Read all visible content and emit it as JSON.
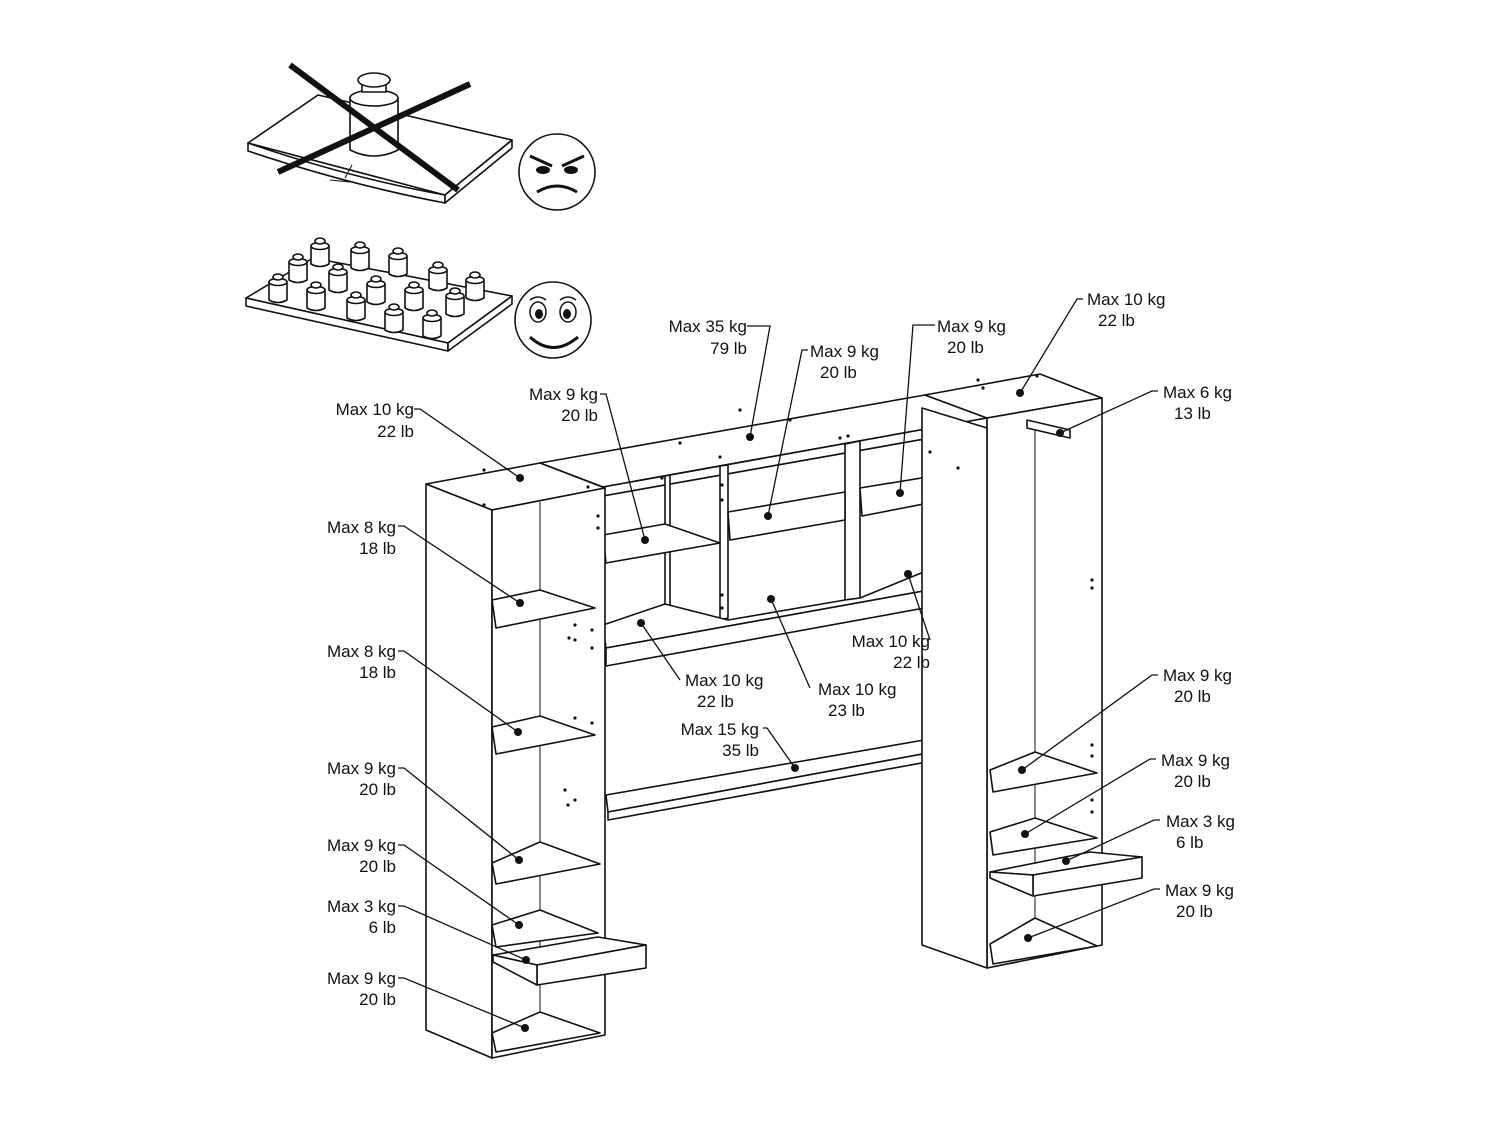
{
  "callouts": {
    "left_top": {
      "kg": "Max 10 kg",
      "lb": "22 lb"
    },
    "left_shelf1": {
      "kg": "Max 8 kg",
      "lb": "18 lb"
    },
    "left_shelf2": {
      "kg": "Max 8 kg",
      "lb": "18 lb"
    },
    "left_shelf3": {
      "kg": "Max 9 kg",
      "lb": "20 lb"
    },
    "left_shelf4": {
      "kg": "Max 9 kg",
      "lb": "20 lb"
    },
    "left_drawer": {
      "kg": "Max 3 kg",
      "lb": "6 lb"
    },
    "left_bottom": {
      "kg": "Max 9 kg",
      "lb": "20 lb"
    },
    "bridge_shelf_left": {
      "kg": "Max 9 kg",
      "lb": "20 lb"
    },
    "bridge_top": {
      "kg": "Max 35 kg",
      "lb": "79 lb"
    },
    "bridge_shelf_mid": {
      "kg": "Max 9 kg",
      "lb": "20 lb"
    },
    "bridge_shelf_right": {
      "kg": "Max 9 kg",
      "lb": "20 lb"
    },
    "bridge_lower_left": {
      "kg": "Max 10 kg",
      "lb": "22 lb"
    },
    "bridge_lower_mid": {
      "kg": "Max 10 kg",
      "lb": "23 lb"
    },
    "bridge_lower_right": {
      "kg": "Max 10 kg",
      "lb": "22 lb"
    },
    "bridge_desk": {
      "kg": "Max 15 kg",
      "lb": "35 lb"
    },
    "right_top": {
      "kg": "Max 10 kg",
      "lb": "22 lb"
    },
    "right_rail": {
      "kg": "Max 6 kg",
      "lb": "13 lb"
    },
    "right_shelf1": {
      "kg": "Max 9 kg",
      "lb": "20 lb"
    },
    "right_shelf2": {
      "kg": "Max 9 kg",
      "lb": "20 lb"
    },
    "right_drawer": {
      "kg": "Max 3 kg",
      "lb": "6 lb"
    },
    "right_bottom": {
      "kg": "Max 9 kg",
      "lb": "20 lb"
    }
  },
  "icons": {
    "wrong": "angry-face-icon",
    "right": "happy-face-icon"
  }
}
